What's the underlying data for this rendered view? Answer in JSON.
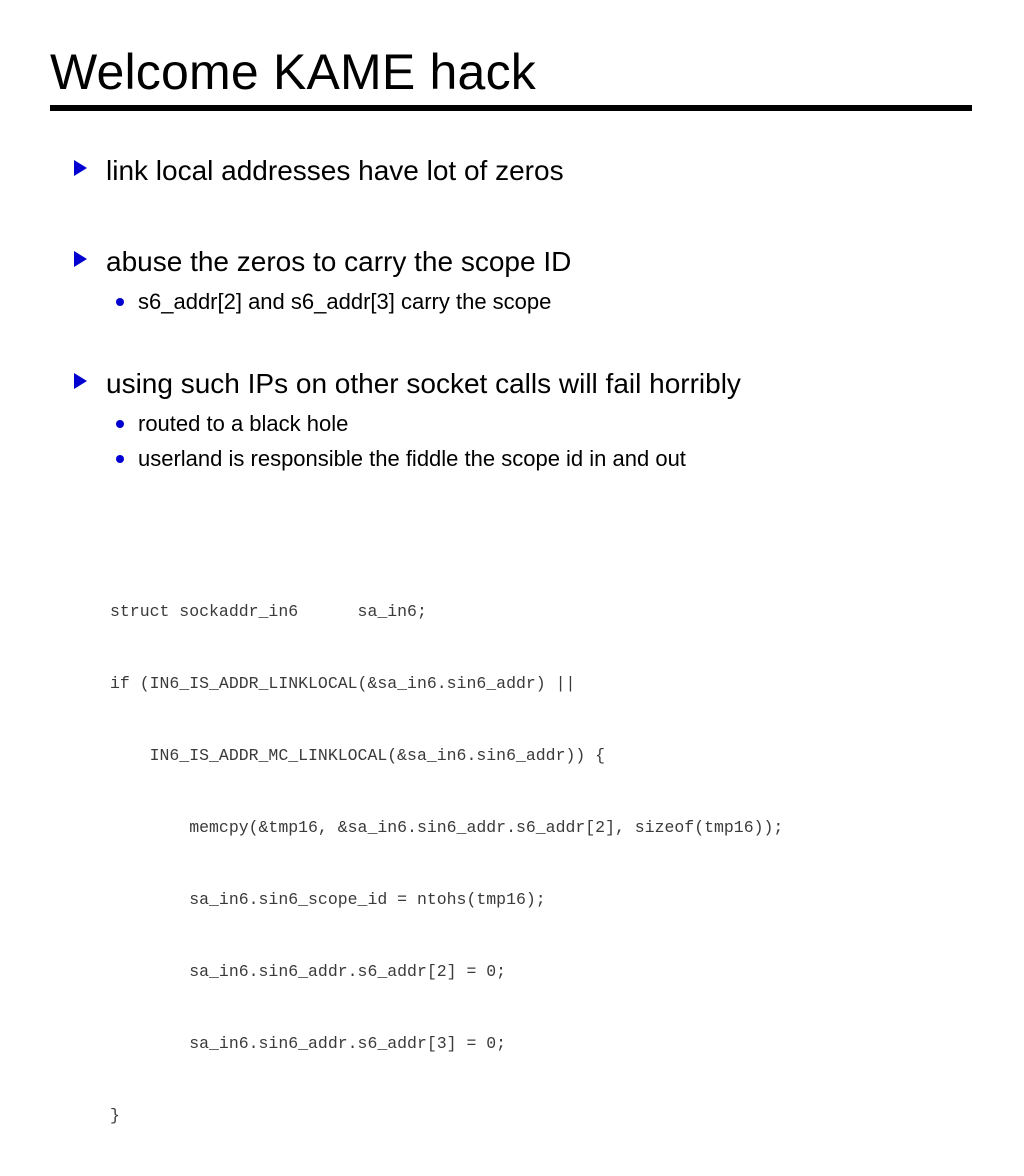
{
  "slide": {
    "title": "Welcome KAME hack",
    "bullet_icon": "triangle-right",
    "sub_bullet_icon": "dot",
    "accent_color": "#0000d0",
    "text_color": "#000000",
    "background_color": "#ffffff",
    "rule_color": "#000000",
    "bullets": [
      {
        "text": "link local addresses have lot of zeros",
        "subs": []
      },
      {
        "text": "abuse the zeros to carry the scope ID",
        "subs": [
          "s6_addr[2] and s6_addr[3] carry the scope"
        ]
      },
      {
        "text": "using such IPs on other socket calls will fail horribly",
        "subs": [
          "routed to a black hole",
          "userland is responsible the fiddle the scope id in and out"
        ]
      }
    ],
    "code": {
      "language": "c",
      "lines": [
        "struct sockaddr_in6      sa_in6;",
        "if (IN6_IS_ADDR_LINKLOCAL(&sa_in6.sin6_addr) ||",
        "    IN6_IS_ADDR_MC_LINKLOCAL(&sa_in6.sin6_addr)) {",
        "        memcpy(&tmp16, &sa_in6.sin6_addr.s6_addr[2], sizeof(tmp16));",
        "        sa_in6.sin6_scope_id = ntohs(tmp16);",
        "        sa_in6.sin6_addr.s6_addr[2] = 0;",
        "        sa_in6.sin6_addr.s6_addr[3] = 0;",
        "}"
      ]
    }
  }
}
